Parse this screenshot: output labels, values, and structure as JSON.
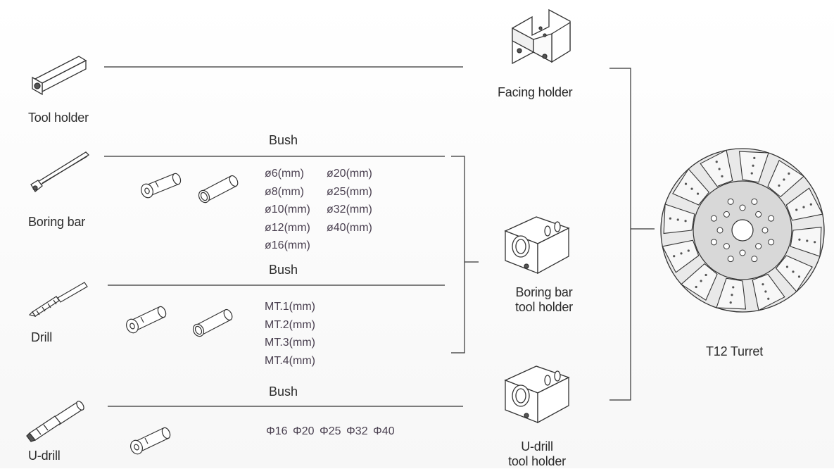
{
  "tools": {
    "tool_holder": "Tool holder",
    "boring_bar": "Boring bar",
    "drill": "Drill",
    "u_drill": "U-drill"
  },
  "bushes": {
    "boring_bar_bush": {
      "title": "Bush",
      "sizes_col1": [
        "ø6(mm)",
        "ø8(mm)",
        "ø10(mm)",
        "ø12(mm)",
        "ø16(mm)"
      ],
      "sizes_col2": [
        "ø20(mm)",
        "ø25(mm)",
        "ø32(mm)",
        "ø40(mm)"
      ]
    },
    "drill_bush": {
      "title": "Bush",
      "sizes": [
        "MT.1(mm)",
        "MT.2(mm)",
        "MT.3(mm)",
        "MT.4(mm)"
      ]
    },
    "u_drill_bush": {
      "title": "Bush",
      "sizes": "Φ16  Φ20  Φ25  Φ32  Φ40"
    }
  },
  "holders": {
    "facing_holder": "Facing holder",
    "boring_bar_tool_holder_line1": "Boring bar",
    "boring_bar_tool_holder_line2": "tool holder",
    "u_drill_tool_holder_line1": "U-drill",
    "u_drill_tool_holder_line2": "tool holder"
  },
  "turret": {
    "label": "T12 Turret"
  }
}
